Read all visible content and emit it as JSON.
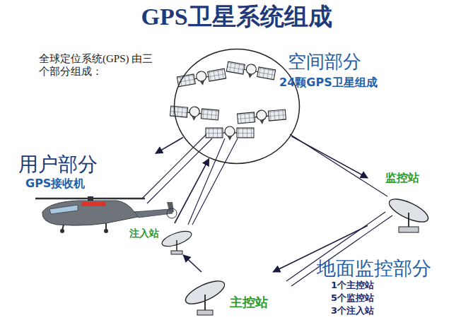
{
  "diagram": {
    "title": "GPS卫星系统组成",
    "nodes": [
      {
        "text": [
          "空间部分",
          "24颗GPS卫星组成"
        ]
      },
      {
        "text": [
          "用户部分",
          "GPS接收机"
        ]
      },
      {
        "text": [
          "注入站"
        ]
      },
      {
        "text": [
          "监控站"
        ]
      },
      {
        "text": [
          "主控站"
        ]
      }
    ],
    "edges": [
      {
        "from": 0,
        "to": 1,
        "arrow": "to"
      },
      {
        "from": 2,
        "to": 0,
        "arrow": "to"
      },
      {
        "from": 0,
        "to": 3,
        "arrow": "to"
      },
      {
        "from": 3,
        "to": 4,
        "arrow": "to"
      },
      {
        "from": 4,
        "to": 2,
        "arrow": "to"
      }
    ],
    "labels": [
      "全球定位系统(GPS) 由三个部分组成：",
      "地面监控部分",
      "1个主控站",
      "5个监控站",
      "3个注入站"
    ]
  }
}
